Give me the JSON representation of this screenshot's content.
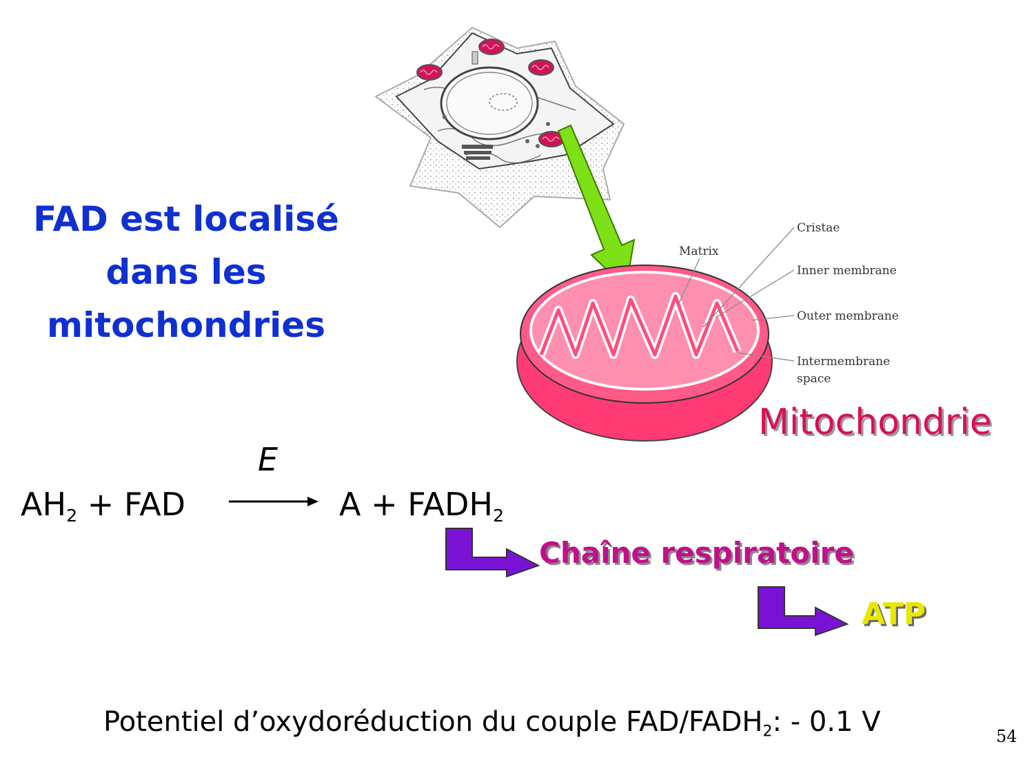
{
  "headline": {
    "line1": "FAD est localisé",
    "line2": "dans les",
    "line3": "mitochondries"
  },
  "cell_illustration": {
    "icon": "animal-cell-illustration"
  },
  "mito_labels": {
    "matrix": "Matrix",
    "cristae": "Cristae",
    "inner_membrane": "Inner membrane",
    "outer_membrane": "Outer membrane",
    "intermembrane_line1": "Intermembrane",
    "intermembrane_line2": "space"
  },
  "mito_title": "Mitochondrie",
  "reaction": {
    "enzyme": "E",
    "reactant_a": "AH",
    "reactant_a_sub": "2",
    "reactant_rest": " + FAD",
    "product_text": "A + FADH",
    "product_sub": "2"
  },
  "chain_label": "Chaîne respiratoire",
  "atp_label": "ATP",
  "potential": {
    "before": "Potentiel d’oxydoréduction du couple FAD/FADH",
    "sub": "2",
    "after": ": - 0.1 V"
  },
  "page_number": "54",
  "colors": {
    "headline": "#1030d0",
    "mitochondrion": "#ff3b73",
    "chain_label": "#c0108a",
    "atp": "#e8e800",
    "bracket_arrow": "#7a12d6",
    "green_arrow": "#7ee017"
  }
}
